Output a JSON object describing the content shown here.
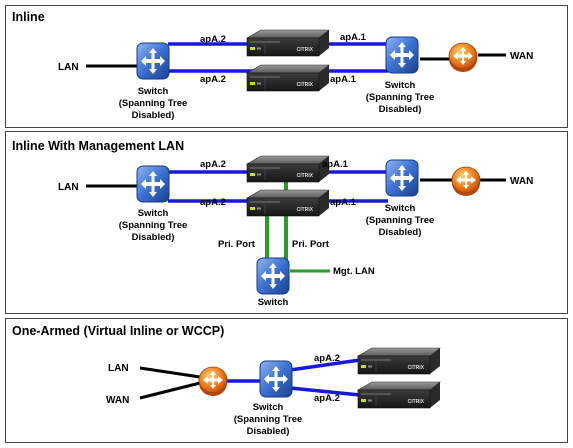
{
  "panels": [
    {
      "title": "Inline",
      "lan": "LAN",
      "wan": "WAN",
      "switch_left": [
        "Switch",
        "(Spanning Tree",
        "Disabled)"
      ],
      "switch_right": [
        "Switch",
        "(Spanning Tree",
        "Disabled)"
      ],
      "ports": {
        "top_left": "apA.2",
        "top_right": "apA.1",
        "bottom_left": "apA.2",
        "bottom_right": "apA.1"
      },
      "appliance_brand": "CITRIX"
    },
    {
      "title": "Inline With Management LAN",
      "lan": "LAN",
      "wan": "WAN",
      "switch_left": [
        "Switch",
        "(Spanning Tree",
        "Disabled)"
      ],
      "switch_right": [
        "Switch",
        "(Spanning Tree",
        "Disabled)"
      ],
      "switch_bottom": "Switch",
      "ports": {
        "top_left": "apA.2",
        "top_right": "apA.1",
        "bottom_left": "apA.2",
        "bottom_right": "apA.1",
        "pri_left": "Pri. Port",
        "pri_right": "Pri. Port"
      },
      "mgt_lan": "Mgt. LAN",
      "appliance_brand": "CITRIX"
    },
    {
      "title": "One-Armed (Virtual Inline or WCCP)",
      "lan": "LAN",
      "wan": "WAN",
      "switch": [
        "Switch",
        "(Spanning Tree",
        "Disabled)"
      ],
      "ports": {
        "top": "apA.2",
        "bottom": "apA.2"
      },
      "appliance_brand": "CITRIX"
    }
  ],
  "colors": {
    "link_blue": "#1818d8",
    "mgmt_green": "#2a9a2a",
    "switch_blue": "#2a62c8",
    "router_orange": "#f07a18"
  },
  "icons": [
    "switch-icon",
    "router-icon",
    "appliance-icon"
  ]
}
